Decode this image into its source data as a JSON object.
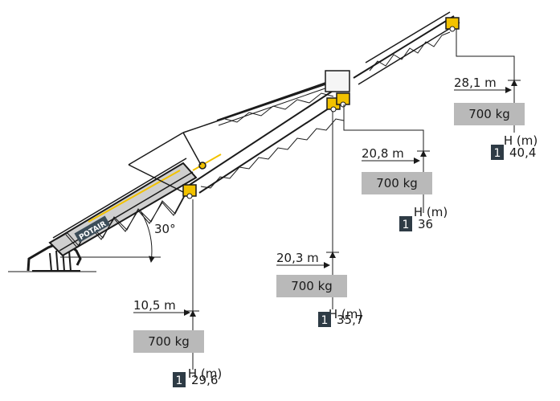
{
  "diagram": {
    "angle_label": "30°",
    "brand_label": "POTAIR",
    "colors": {
      "structure": "#1a1a1a",
      "load_box": "#b9b9b9",
      "badge": "#2e3b45",
      "accent": "#f2c200"
    },
    "hooks": [
      {
        "radius": "10,5 m",
        "load": "700 kg",
        "height_label": "H (m)",
        "badge": "1",
        "height": "29,6"
      },
      {
        "radius": "20,3 m",
        "load": "700 kg",
        "height_label": "H (m)",
        "badge": "1",
        "height": "35,7"
      },
      {
        "radius": "20,8 m",
        "load": "700 kg",
        "height_label": "H (m)",
        "badge": "1",
        "height": "36"
      },
      {
        "radius": "28,1 m",
        "load": "700 kg",
        "height_label": "H (m)",
        "badge": "1",
        "height": "40,4"
      }
    ]
  }
}
